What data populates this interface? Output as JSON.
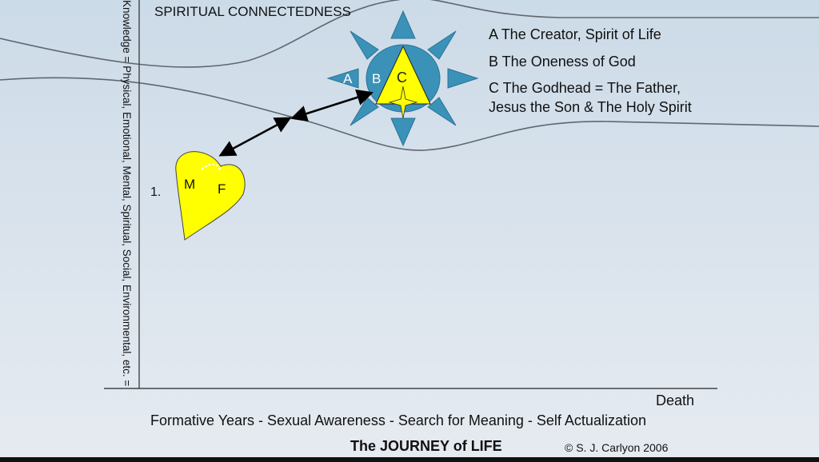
{
  "title": "SPIRITUAL CONNECTEDNESS",
  "y_axis_label": "Knowledge = Physical, Emotional, Mental, Spiritual, Social, Environmental, etc. =",
  "legend": [
    "A  The Creator, Spirit of Life",
    "B  The Oneness of God",
    "C  The Godhead = The Father,",
    "Jesus the Son & The Holy Spirit"
  ],
  "sun_labels": {
    "a": "A",
    "b": "B",
    "c": "C"
  },
  "heart_labels": {
    "m": "M",
    "f": "F",
    "number": "1."
  },
  "x_axis_end_label": "Death",
  "stages": "Formative Years -   Sexual Awareness -   Search for Meaning   - Self Actualization",
  "footer_title": "The  JOURNEY  of  LIFE",
  "copyright": "© S. J. Carlyon 2006",
  "colors": {
    "accent_blue": "#3a92b8",
    "yellow": "#ffff00",
    "line_gray": "#5f6870"
  }
}
